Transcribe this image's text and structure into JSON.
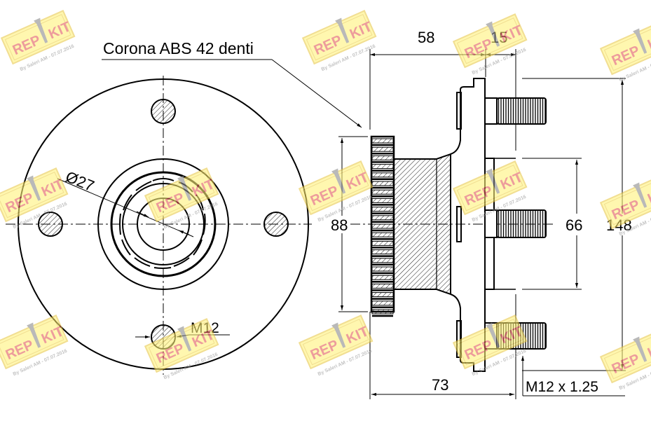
{
  "drawing": {
    "title_callout": "Corona ABS 42 denti",
    "front_view": {
      "bore_diameter_label": "Ø27",
      "stud_label": "M12"
    },
    "side_view": {
      "dim_overall_length": "58",
      "dim_flange_thickness": "15",
      "dim_abs_ring_diameter": "88",
      "dim_pilot_diameter": "66",
      "dim_flange_diameter": "148",
      "dim_total_width": "73",
      "thread_spec": "M12 x 1.25"
    }
  },
  "watermark": {
    "brand_left": "REP",
    "brand_right": "KIT",
    "caption": "By Saleri AM - 07.07.2016",
    "colors": {
      "badge_fill": "#fff27a",
      "badge_border": "#e8c84a",
      "text": "#e25a5a",
      "tool": "#8a8a8a"
    }
  },
  "colors": {
    "line": "#000000",
    "background": "#ffffff"
  }
}
